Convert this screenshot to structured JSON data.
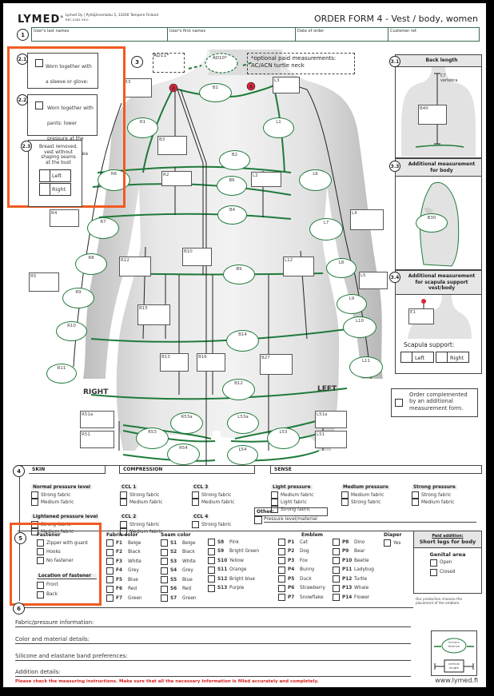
{
  "header": {
    "logo": "LYMED",
    "address": "Lymed Oy | Pyhäjärvenkatu 5, 33200 Tampere Finland",
    "doc_code": "REC-5281 V6.0",
    "title": "ORDER FORM 4 - Vest / body, women",
    "fields": [
      {
        "label": "User's last names",
        "value": ""
      },
      {
        "label": "User's first names",
        "value": ""
      },
      {
        "label": "Date of order",
        "value": ""
      },
      {
        "label": "Customer ref.",
        "value": ""
      }
    ]
  },
  "sections": {
    "s1": "1",
    "s2_1": "2.1",
    "s2_2": "2.2",
    "s2_3": "2.3",
    "s3": "3",
    "s3_1": "3.1",
    "s3_3": "3.3",
    "s3_4": "3.4",
    "s4": "4",
    "s5": "5",
    "s6": "6"
  },
  "section2": {
    "opt1": "Worn together with a sleeve or glove: lower pressure at the overlapping area",
    "opt2": "Worn together with pants: lower pressure at the overlapping area",
    "opt3": "Breast removed, vest without shaping seams at the bust",
    "left": "Left",
    "right": "Right"
  },
  "section3": {
    "optional_note": "*optional paid measurements: AC/ACN turtle neck",
    "ad11": "AD11*",
    "ad10": "AD10*",
    "anchor": "A",
    "right_label": "RIGHT",
    "left_label": "LEFT",
    "boxes": [
      "R3",
      "L3",
      "B3",
      "R2",
      "L2",
      "R4",
      "L4",
      "R5",
      "L5",
      "R12",
      "L12",
      "B10",
      "B15",
      "B13",
      "B16",
      "B27",
      "R51a",
      "R51",
      "L51a",
      "L51"
    ],
    "ovals": [
      "B1",
      "R1",
      "L1",
      "B2",
      "B6",
      "B4",
      "B9",
      "B14",
      "B12",
      "R6",
      "L6",
      "R7",
      "L7",
      "R8",
      "L8",
      "R9",
      "L9",
      "R10",
      "L10",
      "R11",
      "L11",
      "R53a",
      "L53a",
      "R53",
      "L53",
      "R54",
      "L54"
    ]
  },
  "panels": {
    "back_length": {
      "title": "Back length",
      "c7": "C7 vertebra",
      "box": "B40"
    },
    "additional_body": {
      "title": "Additional measurement for body",
      "oval": "B30"
    },
    "scapula": {
      "title": "Additional measurement for scapula support vest/body",
      "box": "E1",
      "support_label": "Scapula support:",
      "left": "Left",
      "right": "Right"
    },
    "complement": "Order complemented by an additional measurement form."
  },
  "section4": {
    "skin": {
      "title": "SKIN",
      "groups": [
        {
          "label": "Normal pressure level",
          "options": [
            "Strong fabric",
            "Medium fabric"
          ]
        },
        {
          "label": "Lightened pressure level",
          "options": [
            "Strong fabric",
            "Medium fabric"
          ]
        }
      ]
    },
    "compression": {
      "title": "COMPRESSION",
      "groups": [
        {
          "label": "CCL 1",
          "options": [
            "Strong fabric",
            "Medium fabric"
          ]
        },
        {
          "label": "CCL 2",
          "options": [
            "Strong fabric",
            "Medium fabric"
          ]
        },
        {
          "label": "CCL 3",
          "options": [
            "Strong fabric",
            "Medium fabric"
          ]
        },
        {
          "label": "CCL 4",
          "options": [
            "Strong fabric"
          ]
        }
      ]
    },
    "sense": {
      "title": "SENSE",
      "groups": [
        {
          "label": "Light pressure",
          "options": [
            "Medium fabric",
            "Light fabric",
            "Strong fabric"
          ]
        },
        {
          "label": "Medium pressure",
          "options": [
            "Medium fabric",
            "Strong fabric"
          ]
        },
        {
          "label": "Strong pressure",
          "options": [
            "Strong fabric",
            "Medium fabric"
          ]
        }
      ]
    },
    "other": {
      "label": "Other:",
      "field": "Pressure level/material:"
    }
  },
  "section5": {
    "fastener": {
      "title": "Fastener",
      "options": [
        "Zipper with guard",
        "Hooks",
        "No fastener"
      ]
    },
    "location": {
      "title": "Location of fastener",
      "options": [
        "Front",
        "Back"
      ]
    },
    "fabric_color": {
      "title": "Fabric color",
      "items": [
        [
          "F1",
          "Beige"
        ],
        [
          "F2",
          "Black"
        ],
        [
          "F3",
          "White"
        ],
        [
          "F4",
          "Grey"
        ],
        [
          "F5",
          "Blue"
        ],
        [
          "F6",
          "Red"
        ],
        [
          "F7",
          "Green"
        ]
      ]
    },
    "seam_color": {
      "title": "Seam color",
      "col1": [
        [
          "S1",
          "Beige"
        ],
        [
          "S2",
          "Black"
        ],
        [
          "S3",
          "White"
        ],
        [
          "S4",
          "Grey"
        ],
        [
          "S5",
          "Blue"
        ],
        [
          "S6",
          "Red"
        ],
        [
          "S7",
          "Green"
        ]
      ],
      "col2": [
        [
          "S8",
          "Pink"
        ],
        [
          "S9",
          "Bright Green"
        ],
        [
          "S10",
          "Yellow"
        ],
        [
          "S11",
          "Orange"
        ],
        [
          "S12",
          "Bright blue"
        ],
        [
          "S13",
          "Purple"
        ]
      ]
    },
    "emblem": {
      "title": "Emblem",
      "col1": [
        [
          "P1",
          "Cat"
        ],
        [
          "P2",
          "Dog"
        ],
        [
          "P3",
          "Fox"
        ],
        [
          "P4",
          "Bunny"
        ],
        [
          "P5",
          "Duck"
        ],
        [
          "P6",
          "Strawberry"
        ],
        [
          "P7",
          "Snowflake"
        ]
      ],
      "col2": [
        [
          "P8",
          "Dino"
        ],
        [
          "P9",
          "Bear"
        ],
        [
          "P10",
          "Beetle"
        ],
        [
          "P11",
          "Ladybug"
        ],
        [
          "P12",
          "Turtle"
        ],
        [
          "P13",
          "Whale"
        ],
        [
          "P14",
          "Flower"
        ]
      ]
    },
    "diaper": {
      "title": "Diaper",
      "option": "Yes"
    },
    "paid": {
      "title": "Paid addition:",
      "subtitle": "Short legs for body",
      "genital": "Genital area",
      "options": [
        "Open",
        "Closed"
      ]
    },
    "emblem_note": "Our production chooses the placement of the emblem."
  },
  "section6": {
    "lines": [
      "Fabric/pressure information:",
      "Color and material details:",
      "Silicone and elastane band preferences:",
      "Addition details:"
    ]
  },
  "legend": {
    "circumference": "Circum-ference",
    "vertical": "vertical length"
  },
  "footer": {
    "warning": "Please check the measuring instructions. Make sure that all the necessary information is filled accurately and completely.",
    "website": "www.lymed.fi"
  },
  "colors": {
    "accent_green": "#1f7a3a",
    "highlight_orange": "#f15a22",
    "warning_red": "#d81e1e",
    "anchor_red": "#d7263d"
  }
}
